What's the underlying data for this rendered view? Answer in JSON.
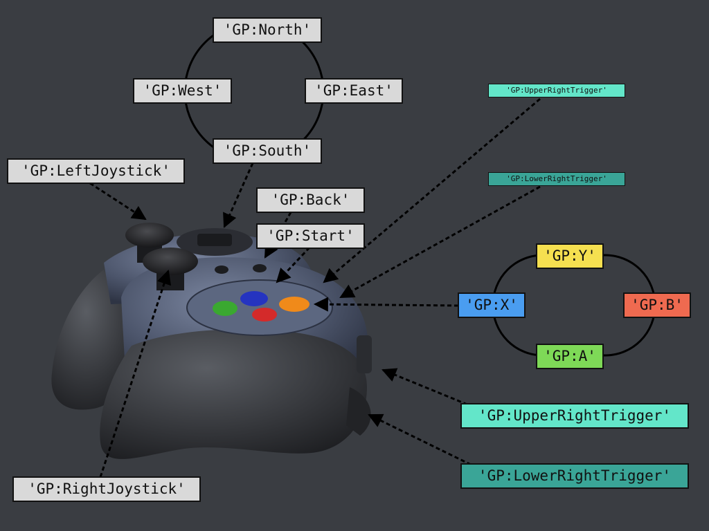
{
  "colors": {
    "background": "#3a3d42",
    "label_default": "#d9d9d9",
    "label_y": "#f5e050",
    "label_x": "#4a9df0",
    "label_b": "#ef6a50",
    "label_a": "#7ed957",
    "upper_trigger": "#63e6c9",
    "lower_trigger": "#3aa597"
  },
  "labels": {
    "north": "'GP:North'",
    "west": "'GP:West'",
    "east": "'GP:East'",
    "south": "'GP:South'",
    "left_joystick": "'GP:LeftJoystick'",
    "back": "'GP:Back'",
    "start": "'GP:Start'",
    "upper_right_trigger_small": "'GP:UpperRightTrigger'",
    "lower_right_trigger_small": "'GP:LowerRightTrigger'",
    "y": "'GP:Y'",
    "x": "'GP:X'",
    "b": "'GP:B'",
    "a": "'GP:A'",
    "upper_right_trigger": "'GP:UpperRightTrigger'",
    "lower_right_trigger": "'GP:LowerRightTrigger'",
    "right_joystick": "'GP:RightJoystick'"
  },
  "image": {
    "subject": "gamepad-controller"
  }
}
